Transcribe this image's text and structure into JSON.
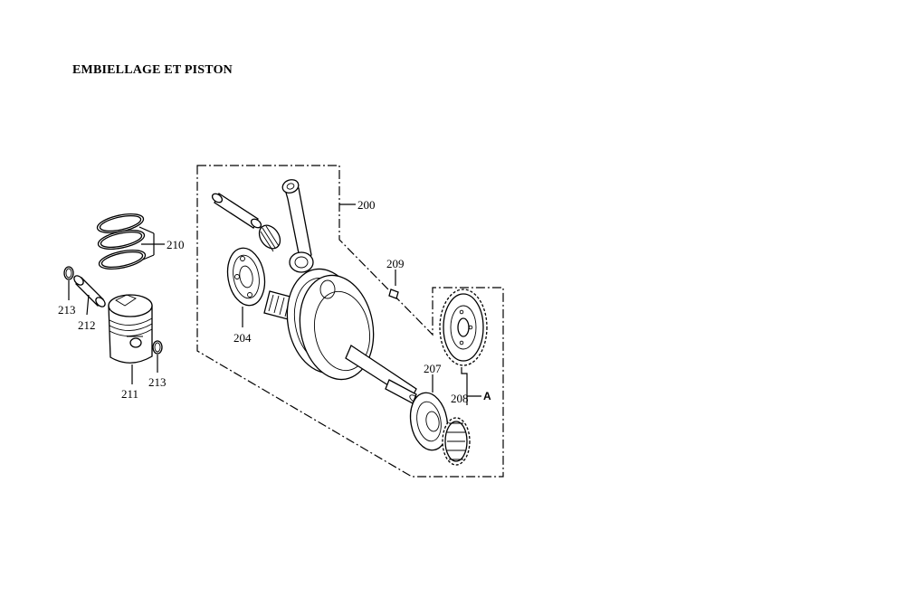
{
  "title": "EMBIELLAGE ET PISTON",
  "labels": {
    "p200": "200",
    "p204": "204",
    "p207": "207",
    "p208": "208",
    "p209": "209",
    "p210": "210",
    "p211": "211",
    "p212": "212",
    "p213a": "213",
    "p213b": "213",
    "group_a": "A"
  }
}
